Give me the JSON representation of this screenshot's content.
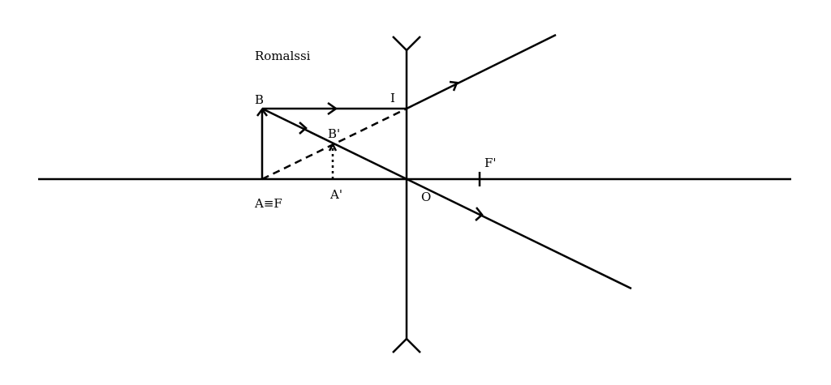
{
  "watermark": "Romalssi",
  "labels": {
    "B": "B",
    "I": "I",
    "B_prime": "B'",
    "F_prime": "F'",
    "A_equiv_F": "A≡F",
    "A_prime": "A'",
    "O": "O"
  },
  "colors": {
    "line": "#000000",
    "background": "#ffffff"
  },
  "lens_type": "diverging"
}
